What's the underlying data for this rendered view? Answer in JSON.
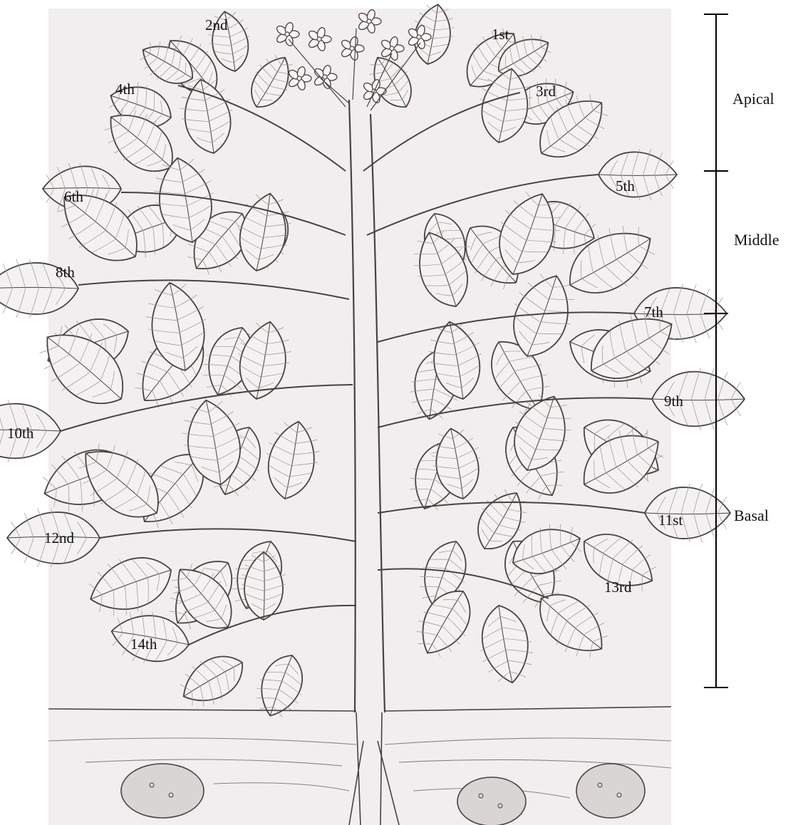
{
  "leaf_labels": {
    "l1": "1st",
    "l2": "2nd",
    "l3": "3rd",
    "l4": "4th",
    "l5": "5th",
    "l6": "6th",
    "l7": "7th",
    "l8": "8th",
    "l9": "9th",
    "l10": "10th",
    "l11": "11st",
    "l12": "12nd",
    "l13": "13rd",
    "l14": "14th"
  },
  "zones": {
    "apical": "Apical",
    "middle": "Middle",
    "basal": "Basal"
  },
  "colors": {
    "paper": "#f1eeef",
    "ink": "#4a423f",
    "leaf_fill": "#f3f1f1",
    "tuber_fill": "#d9d5d4",
    "label_text": "#111111"
  }
}
